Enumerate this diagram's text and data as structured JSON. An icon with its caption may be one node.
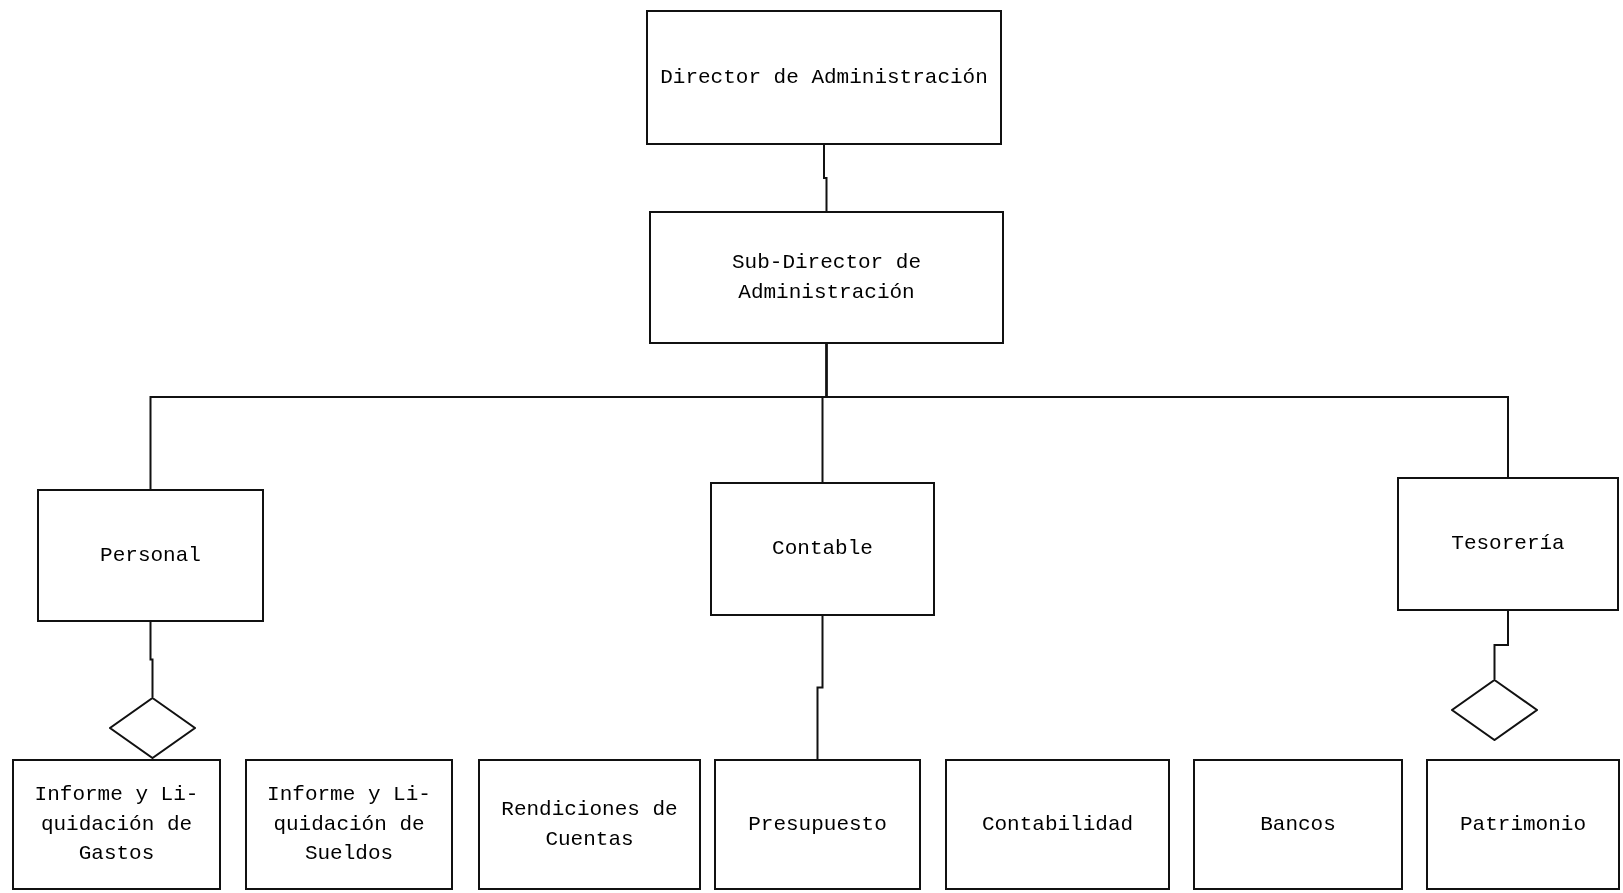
{
  "diagram": {
    "nodes": [
      {
        "text": [
          "Director de Administración"
        ]
      },
      {
        "text": [
          "Sub-Director de Administración"
        ]
      },
      {
        "text": [
          "Personal"
        ]
      },
      {
        "text": [
          "Contable"
        ]
      },
      {
        "text": [
          "Tesorería"
        ]
      },
      {
        "text": [],
        "shape": "diamond"
      },
      {
        "text": [],
        "shape": "diamond"
      },
      {
        "text": [
          "Informe y Li- quidación de Gastos"
        ]
      },
      {
        "text": [
          "Informe y Li- quidación de Sueldos"
        ]
      },
      {
        "text": [
          "Rendiciones de Cuentas"
        ]
      },
      {
        "text": [
          "Presupuesto"
        ]
      },
      {
        "text": [
          "Contabilidad"
        ]
      },
      {
        "text": [
          "Bancos"
        ]
      },
      {
        "text": [
          "Patrimonio"
        ]
      }
    ],
    "edges": [
      {
        "from": 0,
        "to": 1,
        "arrow": "none"
      },
      {
        "from": 1,
        "to": 2,
        "arrow": "none"
      },
      {
        "from": 1,
        "to": 3,
        "arrow": "none"
      },
      {
        "from": 1,
        "to": 4,
        "arrow": "none"
      },
      {
        "from": 2,
        "to": 5,
        "arrow": "none"
      },
      {
        "from": 3,
        "to": 10,
        "arrow": "none"
      },
      {
        "from": 4,
        "to": 6,
        "arrow": "none"
      }
    ]
  }
}
